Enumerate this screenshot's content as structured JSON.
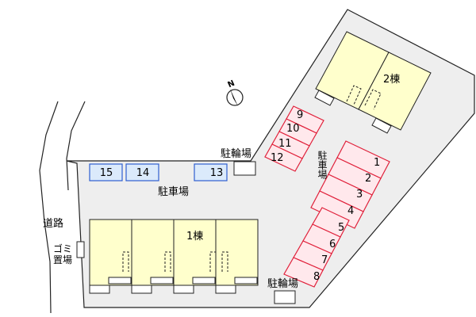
{
  "buildings": [
    {
      "id": "b1",
      "label": "1棟"
    },
    {
      "id": "b2",
      "label": "2棟"
    }
  ],
  "compass": {
    "label": "N"
  },
  "labels": {
    "road": "道路",
    "garbage": "ゴミ置場",
    "garbage_top": "ゴミ",
    "garbage_bottom": "置場",
    "parking": "駐車場",
    "parking_vertical": "駐車場",
    "bicycle_top": "駐輪場",
    "bicycle_bottom": "駐輪場"
  },
  "parking_spaces_blue": [
    "15",
    "14",
    "13"
  ],
  "parking_spaces_red_group1": [
    "9",
    "10",
    "11",
    "12"
  ],
  "parking_spaces_red_group2": [
    "1",
    "2",
    "3",
    "4"
  ],
  "parking_spaces_red_group3": [
    "5",
    "6",
    "7",
    "8"
  ],
  "colors": {
    "lot": "#eeeeee",
    "building": "#ffffcc",
    "blue_space_fill": "#dbeafb",
    "blue_space_stroke": "#2f5fd0",
    "red_space_fill": "#ffe8ec",
    "red_space_stroke": "#e0203a",
    "outline": "#222222"
  }
}
